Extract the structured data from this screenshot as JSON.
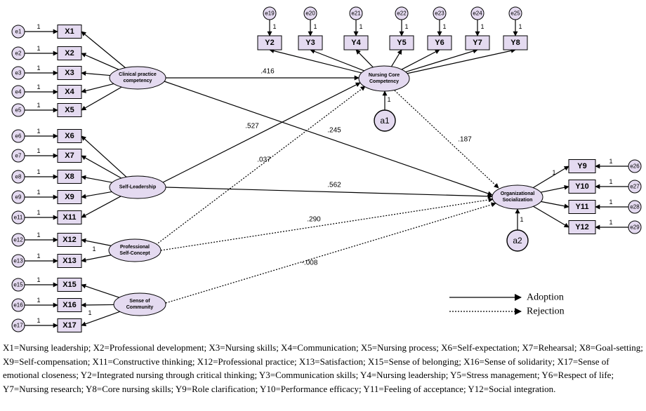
{
  "latents": {
    "clinical": "Clinical practice|competency",
    "selfleader": "Self-Leadership",
    "profconcept": "Professional|Self-Concept",
    "belonging": "Sense of|Community",
    "nursingcore": "Nursing Core|Competency",
    "orgsoc": "Organizational|Socialization"
  },
  "indicators": {
    "X1": "X1",
    "X2": "X2",
    "X3": "X3",
    "X4": "X4",
    "X5": "X5",
    "X6": "X6",
    "X7": "X7",
    "X8": "X8",
    "X9": "X9",
    "X11": "X11",
    "X12": "X12",
    "X13": "X13",
    "X15": "X15",
    "X16": "X16",
    "X17": "X17",
    "Y2": "Y2",
    "Y3": "Y3",
    "Y4": "Y4",
    "Y5": "Y5",
    "Y6": "Y6",
    "Y7": "Y7",
    "Y8": "Y8",
    "Y9": "Y9",
    "Y10": "Y10",
    "Y11": "Y11",
    "Y12": "Y12"
  },
  "errors": {
    "e1": "e1",
    "e2": "e2",
    "e3": "e3",
    "e4": "e4",
    "e5": "e5",
    "e6": "e6",
    "e7": "e7",
    "e8": "e8",
    "e9": "e9",
    "e11": "e11",
    "e12": "e12",
    "e13": "e13",
    "e15": "e15",
    "e16": "e16",
    "e17": "e17",
    "e19": "e19",
    "e20": "e20",
    "e21": "e21",
    "e22": "e22",
    "e23": "e23",
    "e24": "e24",
    "e25": "e25",
    "e26": "e26",
    "e27": "e27",
    "e28": "e28",
    "e29": "e29"
  },
  "residuals": {
    "a1": "a1",
    "a2": "a2"
  },
  "fixed_loading": "1",
  "paths": [
    {
      "from": "Clinical practice competency",
      "to": "Nursing Core Competency",
      "coef": ".416",
      "style": "adoption"
    },
    {
      "from": "Clinical practice competency",
      "to": "Organizational Socialization",
      "coef": ".245",
      "style": "adoption"
    },
    {
      "from": "Self-Leadership",
      "to": "Nursing Core Competency",
      "coef": ".527",
      "style": "adoption"
    },
    {
      "from": "Self-Leadership",
      "to": "Organizational Socialization",
      "coef": ".562",
      "style": "adoption"
    },
    {
      "from": "Professional Self-Concept",
      "to": "Nursing Core Competency",
      "coef": ".037",
      "style": "rejection"
    },
    {
      "from": "Professional Self-Concept",
      "to": "Organizational Socialization",
      "coef": ".290",
      "style": "rejection"
    },
    {
      "from": "Sense of Community",
      "to": "Organizational Socialization",
      "coef": "-.008",
      "style": "rejection"
    },
    {
      "from": "Nursing Core Competency",
      "to": "Organizational Socialization",
      "coef": ".187",
      "style": "rejection"
    }
  ],
  "legend": {
    "adoption": "Adoption",
    "rejection": "Rejection"
  },
  "footnote": "X1=Nursing leadership; X2=Professional development; X3=Nursing skills; X4=Communication; X5=Nursing process; X6=Self-expectation; X7=Rehearsal; X8=Goal-setting; X9=Self-compensation; X11=Constructive thinking; X12=Professional practice; X13=Satisfaction; X15=Sense of belonging; X16=Sense of solidarity; X17=Sense of emotional closeness; Y2=Integrated nursing through critical thinking; Y3=Communication skills; Y4=Nursing leadership; Y5=Stress management; Y6=Respect of life; Y7=Nursing research; Y8=Core nursing skills; Y9=Role clarification; Y10=Performance efficacy; Y11=Feeling of acceptance; Y12=Social integration."
}
